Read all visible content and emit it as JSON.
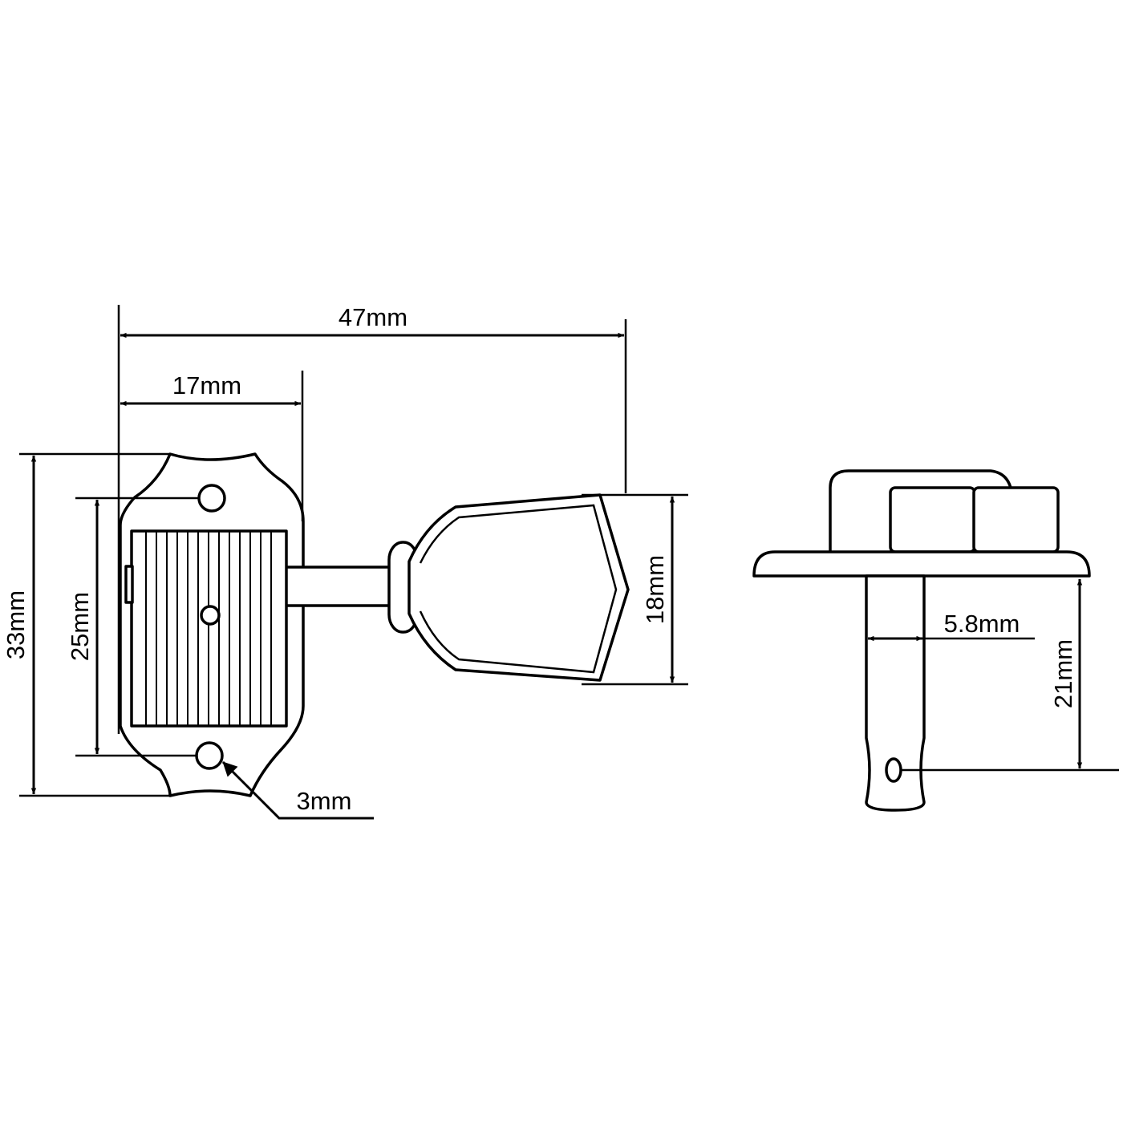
{
  "dimensions": {
    "overall_length": "47mm",
    "housing_width": "17mm",
    "plate_height": "33mm",
    "screw_spacing": "25mm",
    "screw_hole": "3mm",
    "button_height": "18mm",
    "post_diameter": "5.8mm",
    "post_height": "21mm"
  }
}
